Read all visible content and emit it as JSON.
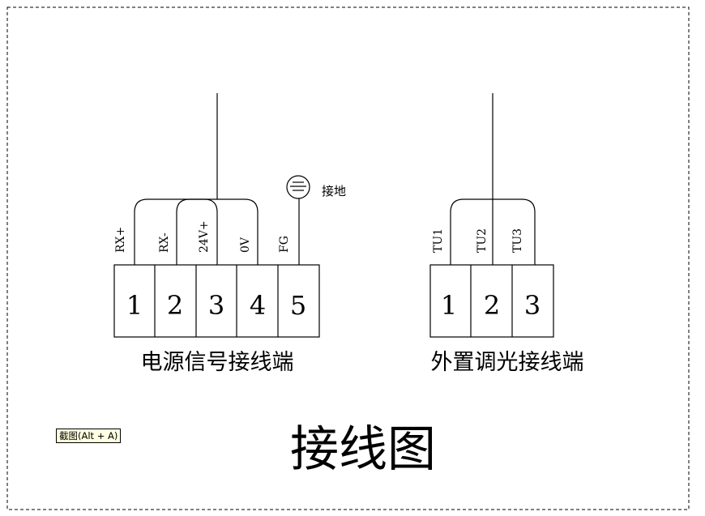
{
  "diagram": {
    "title": "接线图",
    "power_block": {
      "caption": "电源信号接线端",
      "terminals": [
        {
          "number": "1",
          "label": "RX+"
        },
        {
          "number": "2",
          "label": "RX-"
        },
        {
          "number": "3",
          "label": "24V+"
        },
        {
          "number": "4",
          "label": "0V"
        },
        {
          "number": "5",
          "label": "FG"
        }
      ],
      "ground_label": "接地"
    },
    "dimming_block": {
      "caption": "外置调光接线端",
      "terminals": [
        {
          "number": "1",
          "label": "TU1"
        },
        {
          "number": "2",
          "label": "TU2"
        },
        {
          "number": "3",
          "label": "TU3"
        }
      ]
    }
  },
  "tooltip": {
    "text": "截图(Alt + A)"
  }
}
